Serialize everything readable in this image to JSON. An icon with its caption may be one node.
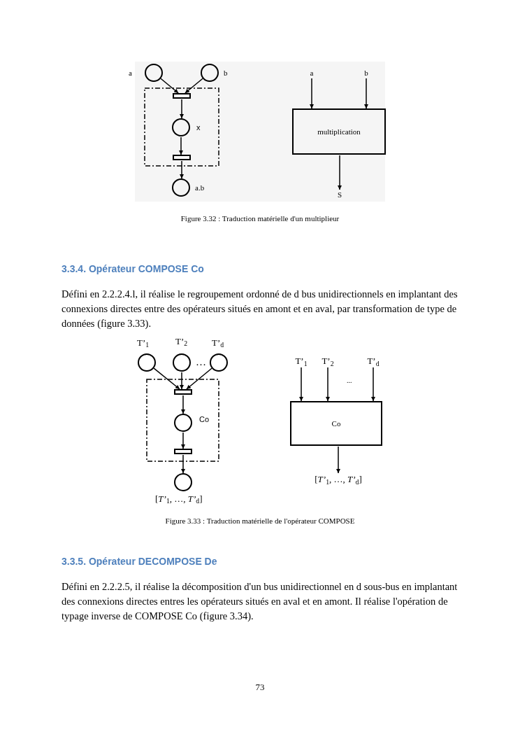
{
  "diagram": {
    "nodes": [
      {
        "text": [],
        "shape": "box"
      },
      {
        "text": [],
        "shape": "circle",
        "beside": [
          "a"
        ]
      },
      {
        "text": [],
        "shape": "circle",
        "beside": [
          "b"
        ]
      },
      {
        "text": [],
        "shape": "bar",
        "in": 0
      },
      {
        "text": [],
        "shape": "circle",
        "beside": [
          "x"
        ],
        "in": 0
      },
      {
        "text": [],
        "shape": "bar",
        "in": 0
      },
      {
        "text": [],
        "shape": "circle",
        "beside": [
          "a.b"
        ]
      },
      {
        "text": [
          "a"
        ]
      },
      {
        "text": [
          "b"
        ]
      },
      {
        "text": [
          "multiplication"
        ]
      },
      {
        "text": [
          "S"
        ]
      },
      {
        "text": [],
        "shape": "box"
      },
      {
        "text": [],
        "shape": "circle",
        "beside": [
          "T’$_{1}$"
        ]
      },
      {
        "text": [],
        "shape": "circle",
        "beside": [
          "T’$_{2}$"
        ]
      },
      {
        "text": [],
        "shape": "circle",
        "beside": [
          "T’$_{d}$"
        ]
      },
      {
        "text": [],
        "shape": "bar",
        "in": 11
      },
      {
        "text": [],
        "shape": "circle",
        "beside": [
          "Co"
        ],
        "in": 11
      },
      {
        "text": [],
        "shape": "bar",
        "in": 11
      },
      {
        "text": [],
        "shape": "circle",
        "beside": [
          "[*T’*$_{1}$, …, *T’*$_{d}$]"
        ]
      },
      {
        "text": [
          "T’$_{1}$"
        ]
      },
      {
        "text": [
          "T’$_{2}$"
        ]
      },
      {
        "text": [
          "T’$_{d}$"
        ]
      },
      {
        "text": [
          "Co"
        ]
      },
      {
        "text": [
          "[*T’*$_{1}$, …, *T’*$_{d}$]"
        ]
      }
    ],
    "edges": [
      {
        "from": 1,
        "to": 3,
        "arrow": "to"
      },
      {
        "from": 2,
        "to": 3,
        "arrow": "to"
      },
      {
        "from": 3,
        "to": 4,
        "arrow": "to"
      },
      {
        "from": 4,
        "to": 5,
        "arrow": "to"
      },
      {
        "from": 5,
        "to": 6,
        "arrow": "to"
      },
      {
        "from": 7,
        "to": 9,
        "arrow": "to"
      },
      {
        "from": 8,
        "to": 9,
        "arrow": "to"
      },
      {
        "from": 9,
        "to": 10,
        "arrow": "to"
      },
      {
        "from": 12,
        "to": 15,
        "arrow": "to"
      },
      {
        "from": 13,
        "to": 15,
        "arrow": "to"
      },
      {
        "from": 14,
        "to": 15,
        "arrow": "to"
      },
      {
        "from": 15,
        "to": 16,
        "arrow": "to"
      },
      {
        "from": 16,
        "to": 17,
        "arrow": "to"
      },
      {
        "from": 17,
        "to": 18,
        "arrow": "to"
      },
      {
        "from": 19,
        "to": 22,
        "arrow": "to"
      },
      {
        "from": 20,
        "to": 22,
        "arrow": "to"
      },
      {
        "from": 21,
        "to": 22,
        "arrow": "to"
      },
      {
        "from": 22,
        "to": 23,
        "arrow": "to"
      }
    ],
    "labels": [
      "Figure 3.32 : Traduction matérielle d'un multiplieur",
      "3.3.4. Opérateur COMPOSE Co",
      "Défini en 2.2.2.4.l, il réalise le regroupement ordonné de d bus unidirectionnels en implantant des connexions directes entre des opérateurs situés en amont et en aval, par transformation de type de données (figure 3.33).",
      "…",
      "...",
      "Figure 3.33 : Traduction matérielle de l'opérateur COMPOSE",
      "3.3.5. Opérateur DECOMPOSE De",
      "Défini en 2.2.2.5, il réalise la décomposition d'un bus unidirectionnel en d sous-bus en implantant des connexions directes entres les opérateurs situés en aval et en amont. Il réalise l'opération de typage inverse de COMPOSE Co (figure 3.34).",
      "73"
    ]
  }
}
